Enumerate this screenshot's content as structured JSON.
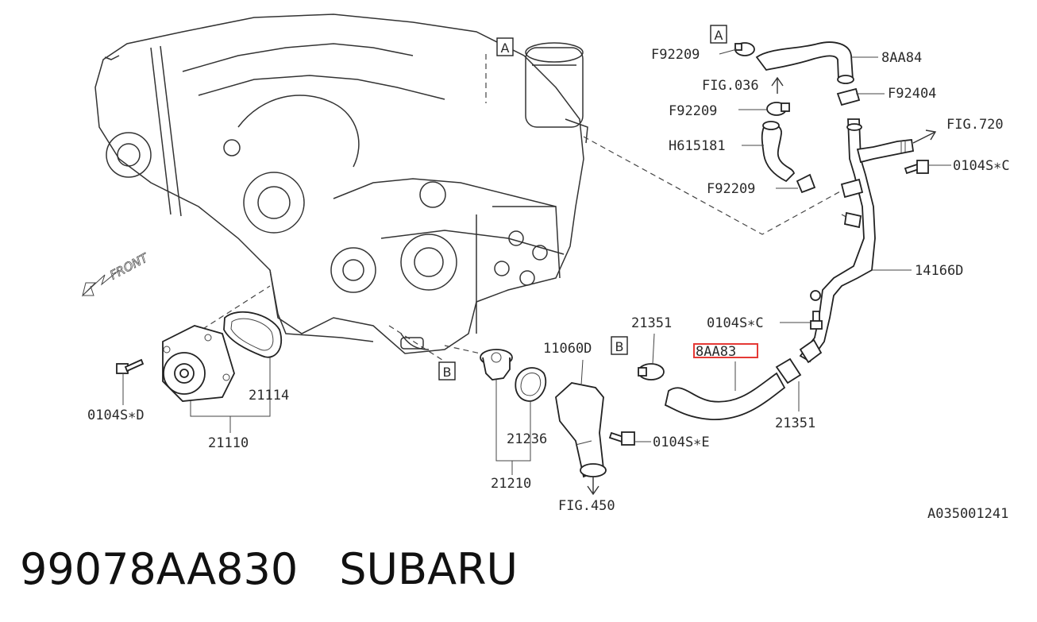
{
  "diagram": {
    "callouts": {
      "f92209_top": "F92209",
      "part_8aa84": "8AA84",
      "fig036": "FIG.036",
      "f92404": "F92404",
      "f92209_mid": "F92209",
      "fig720": "FIG.720",
      "h615181": "H615181",
      "bolt_c_top": "0104S∗C",
      "f92209_low": "F92209",
      "part_14166d": "14166D",
      "part_21351_top": "21351",
      "bolt_c_low": "0104S∗C",
      "part_11060d": "11060D",
      "part_8aa83": "8AA83",
      "part_21351_low": "21351",
      "bolt_d": "0104S∗D",
      "part_21114": "21114",
      "part_21110": "21110",
      "part_21236": "21236",
      "bolt_e": "0104S∗E",
      "part_21210": "21210",
      "fig450": "FIG.450",
      "front_label": "FRONT",
      "ref_code": "A035001241"
    },
    "ref_boxes": {
      "a_engine": "A",
      "a_hose": "A",
      "b_engine": "B",
      "b_hose": "B"
    },
    "highlight_color": "#e53935"
  },
  "caption": {
    "part_number": "99078AA830",
    "brand": "SUBARU"
  }
}
